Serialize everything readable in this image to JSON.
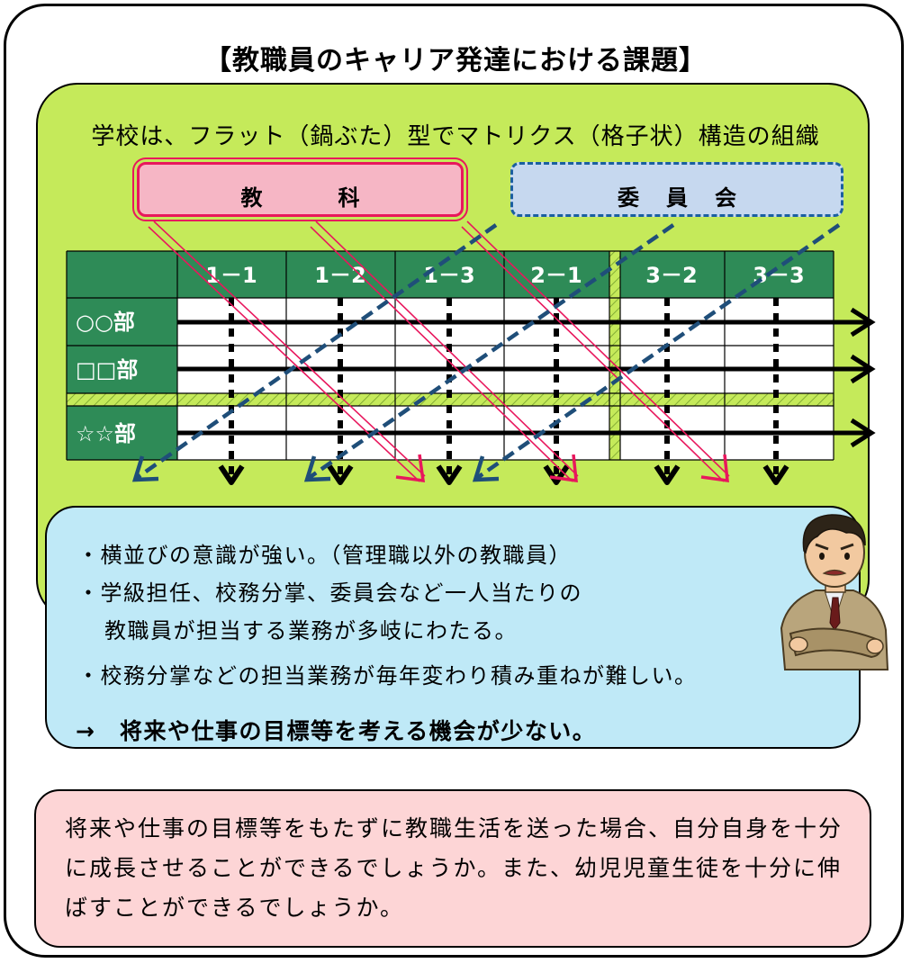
{
  "title": "【教職員のキャリア発達における課題】",
  "subtitle": "学校は、フラット（鍋ぶた）型でマトリクス（格子状）構造の組織",
  "subject_box": "教　科",
  "committee_box": "委員会",
  "matrix": {
    "columns": [
      "1－1",
      "1－2",
      "1－3",
      "2－1",
      "3－2",
      "3－3"
    ],
    "rows": [
      "○○部",
      "□□部",
      "☆☆部"
    ]
  },
  "bullets": [
    "・横並びの意識が強い。（管理職以外の教職員）",
    "・学級担任、校務分掌、委員会など一人当たりの",
    "教職員が担当する業務が多岐にわたる。",
    "・校務分掌などの担当業務が毎年変わり積み重ねが難しい。"
  ],
  "conclusion": "→　将来や仕事の目標等を考える機会が少ない。",
  "bottom_text": "将来や仕事の目標等をもたずに教職生活を送った場合、自分自身を十分に成長させることができるでしょうか。また、幼児児童生徒を十分に伸ばすことができるでしょうか。",
  "colors": {
    "green_panel": "#c5ea5a",
    "header_green": "#2e8b57",
    "subject_pink": "#e8175d",
    "committee_blue": "#1f4e79",
    "bullet_panel": "#bfe9f7",
    "bottom_panel": "#fdd5d6"
  },
  "icons": [
    "down-arrow-icon",
    "worried-teacher-illustration"
  ]
}
